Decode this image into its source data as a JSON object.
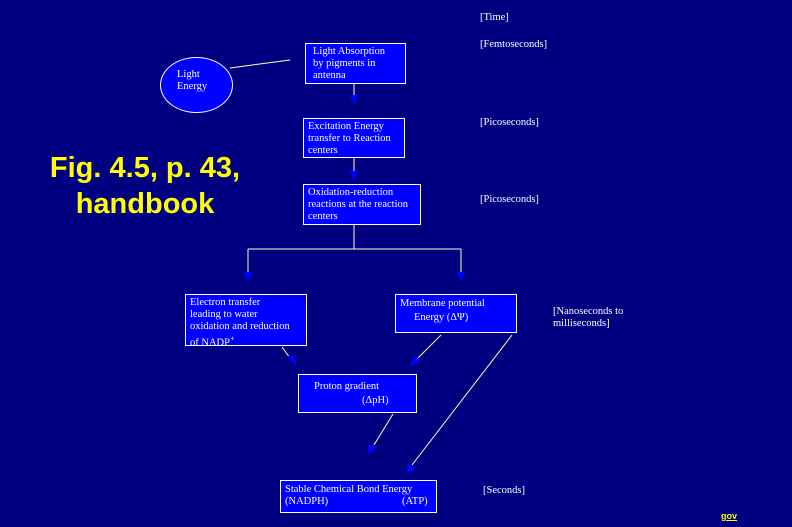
{
  "title": {
    "line1": "Fig. 4.5, p. 43,",
    "line2": "handbook"
  },
  "corner_link": "gov",
  "time_header": "[Time]",
  "nodes": {
    "light_energy": {
      "line1": "Light",
      "line2": "Energy"
    },
    "absorption": {
      "line1": "Light Absorption",
      "line2": "by pigments in",
      "line3": "antenna"
    },
    "excitation": {
      "line1": "Excitation Energy",
      "line2": "transfer to Reaction",
      "line3": "centers"
    },
    "oxidation": {
      "line1": "Oxidation-reduction",
      "line2": "reactions at the reaction",
      "line3": "centers"
    },
    "electron": {
      "line1": "Electron transfer",
      "line2": "leading to water",
      "line3": "oxidation and reduction",
      "line4": "of NADP",
      "sup": "+"
    },
    "membrane": {
      "line1": "Membrane potential",
      "line2": "Energy (ΔΨ)"
    },
    "proton": {
      "line1": "Proton gradient",
      "line2": "(ΔpH)"
    },
    "stable": {
      "line1": "Stable Chemical Bond Energy",
      "line2a": "(NADPH)",
      "line2b": "(ATP)"
    }
  },
  "timescales": {
    "femto": "[Femtoseconds]",
    "pico1": "[Picoseconds]",
    "pico2": "[Picoseconds]",
    "nano": {
      "line1": "[Nanoseconds to",
      "line2": "milliseconds]"
    },
    "seconds": "[Seconds]"
  },
  "colors": {
    "background": "#000080",
    "box": "#0000ff",
    "connector": "#ffffcc",
    "arrow": "#0000ff",
    "title": "#ffff00"
  }
}
